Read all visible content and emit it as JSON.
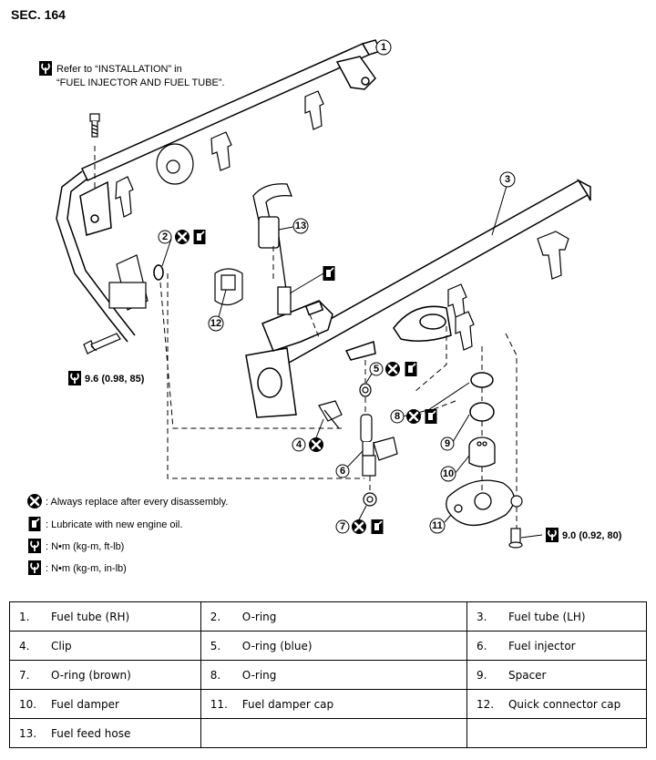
{
  "section": "SEC. 164",
  "note": {
    "line1": "Refer to “INSTALLATION” in",
    "line2": "“FUEL INJECTOR AND FUEL TUBE”."
  },
  "torques": {
    "left": "9.6 (0.98, 85)",
    "right": "9.0 (0.92, 80)"
  },
  "callouts": [
    "1",
    "2",
    "3",
    "4",
    "5",
    "6",
    "7",
    "8",
    "9",
    "10",
    "11",
    "12",
    "13"
  ],
  "legend": [
    {
      "icon": "replace-icon",
      "text": ": Always replace after every disassembly."
    },
    {
      "icon": "oil-can-icon",
      "text": ": Lubricate with new engine oil."
    },
    {
      "icon": "torque-wrench-icon",
      "text": ": N•m (kg-m, ft-lb)"
    },
    {
      "icon": "torque-wrench-icon",
      "text": ": N•m (kg-m, in-lb)"
    }
  ],
  "parts": [
    {
      "no": "1.",
      "name": "Fuel tube (RH)"
    },
    {
      "no": "2.",
      "name": "O-ring"
    },
    {
      "no": "3.",
      "name": "Fuel tube (LH)"
    },
    {
      "no": "4.",
      "name": "Clip"
    },
    {
      "no": "5.",
      "name": "O-ring (blue)"
    },
    {
      "no": "6.",
      "name": "Fuel injector"
    },
    {
      "no": "7.",
      "name": "O-ring (brown)"
    },
    {
      "no": "8.",
      "name": "O-ring"
    },
    {
      "no": "9.",
      "name": "Spacer"
    },
    {
      "no": "10.",
      "name": "Fuel damper"
    },
    {
      "no": "11.",
      "name": "Fuel damper cap"
    },
    {
      "no": "12.",
      "name": "Quick connector cap"
    },
    {
      "no": "13.",
      "name": "Fuel feed hose"
    }
  ]
}
